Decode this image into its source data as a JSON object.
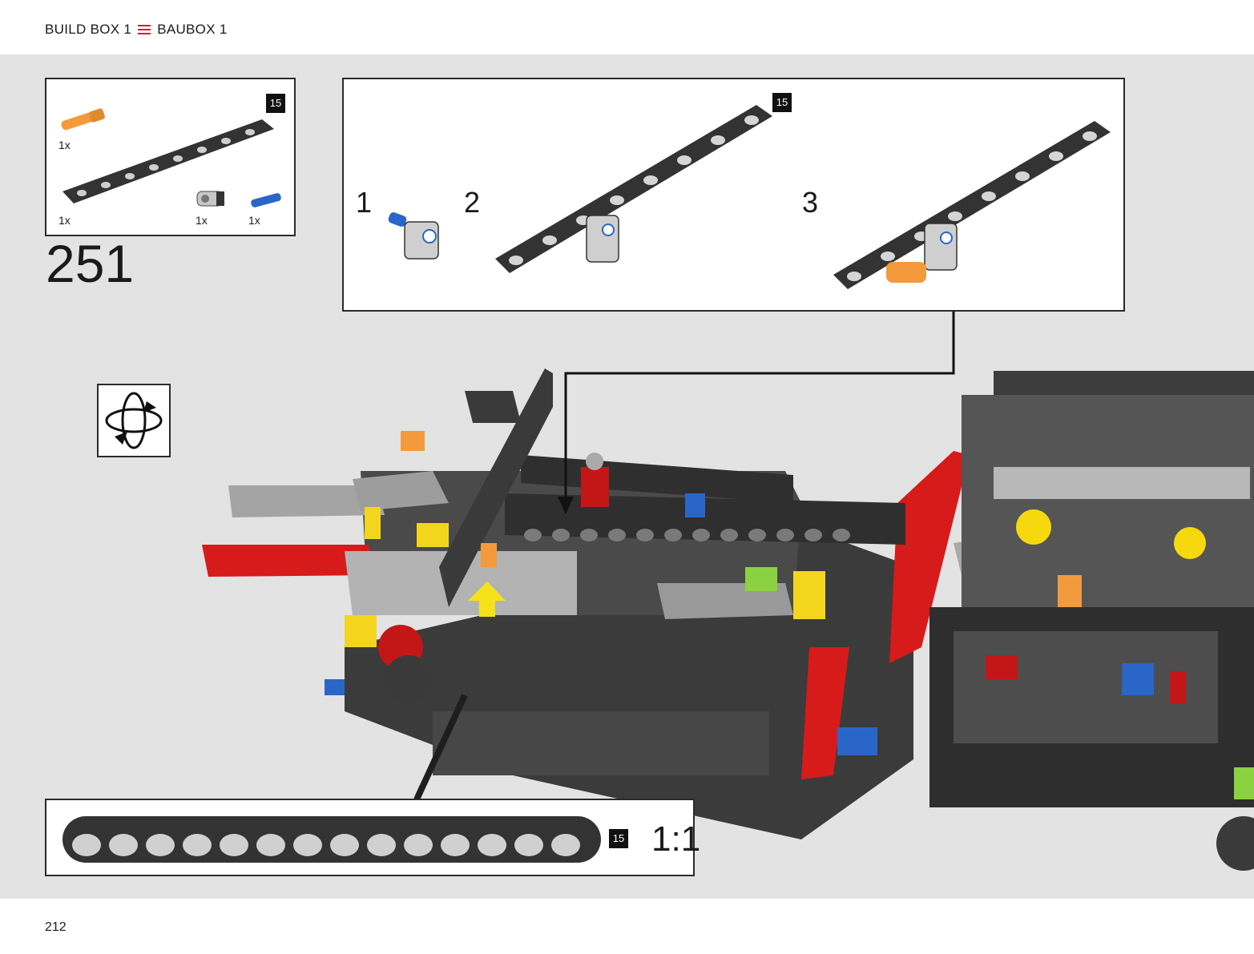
{
  "header": {
    "title_en": "BUILD BOX 1",
    "title_de": "BAUBOX 1",
    "accent_color": "#d9173a"
  },
  "parts_box": {
    "badge": "15",
    "items": [
      {
        "part": "orange-axle-pin",
        "qty": "1x"
      },
      {
        "part": "dark-gray-beam-15",
        "qty": "1x"
      },
      {
        "part": "light-gray-pin-connector",
        "qty": "1x"
      },
      {
        "part": "blue-pin",
        "qty": "1x"
      }
    ]
  },
  "step": {
    "number": "251"
  },
  "substeps": {
    "badge": "15",
    "steps": [
      {
        "label": "1"
      },
      {
        "label": "2"
      },
      {
        "label": "3"
      }
    ]
  },
  "rotate_icon": "rotate-model-icon",
  "scale_box": {
    "badge": "15",
    "scale": "1:1"
  },
  "footer": {
    "page_number": "212"
  }
}
